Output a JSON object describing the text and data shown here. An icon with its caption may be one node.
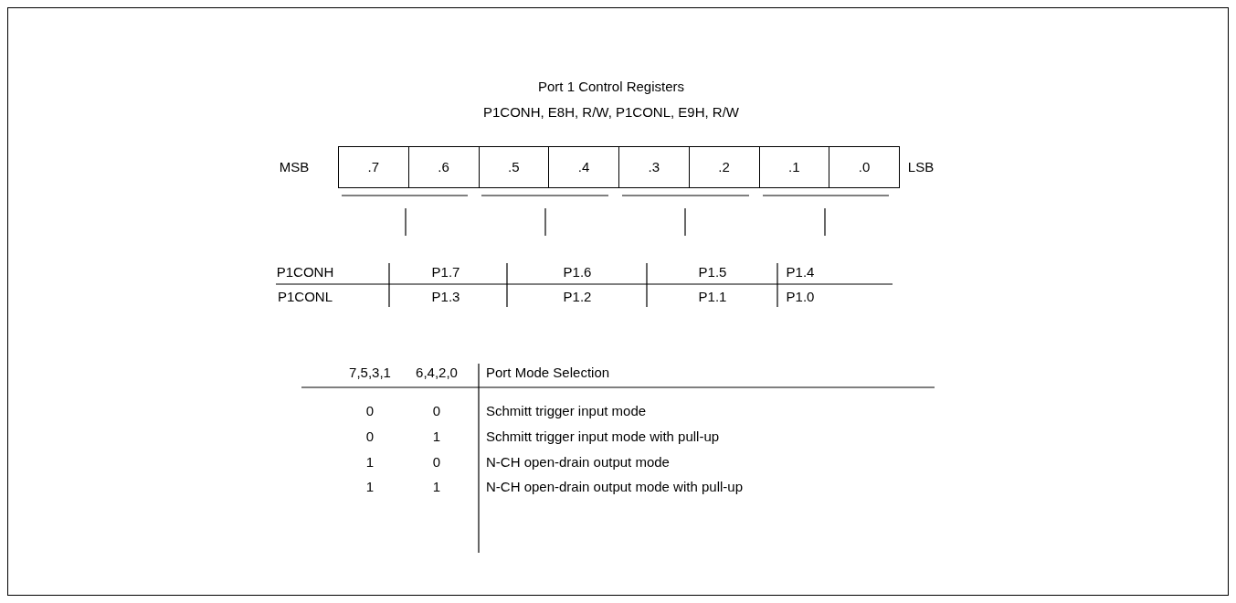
{
  "diagram": {
    "title": "Port 1 Control Registers",
    "nodes": [
      {
        "text": [
          ".7"
        ]
      },
      {
        "text": [
          ".6"
        ]
      },
      {
        "text": [
          ".5"
        ]
      },
      {
        "text": [
          ".4"
        ]
      },
      {
        "text": [
          ".3"
        ]
      },
      {
        "text": [
          ".2"
        ]
      },
      {
        "text": [
          ".1"
        ]
      },
      {
        "text": [
          ".0"
        ]
      }
    ],
    "labels": [
      "P1CONH, E8H, R/W, P1CONL, E9H, R/W",
      "MSB",
      "LSB",
      "P1CONH",
      "P1.7",
      "P1.6",
      "P1.5",
      "P1.4",
      "P1CONL",
      "P1.3",
      "P1.2",
      "P1.1",
      "P1.0",
      "7,5,3,1",
      "6,4,2,0",
      "Port Mode Selection",
      "0",
      "0",
      "Schmitt trigger input mode",
      "0",
      "1",
      "Schmitt trigger input mode with pull-up",
      "1",
      "0",
      "N-CH open-drain output mode",
      "1",
      "1",
      "N-CH open-drain output mode with pull-up"
    ]
  }
}
